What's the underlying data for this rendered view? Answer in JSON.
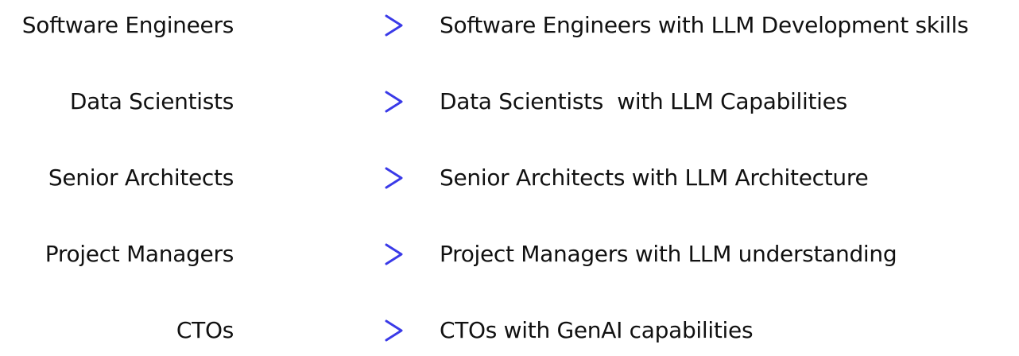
{
  "colors": {
    "arrow_start": "#d23cf0",
    "arrow_end": "#3a3ae8",
    "text": "#111111"
  },
  "rows": [
    {
      "from": "Software Engineers",
      "to": "Software Engineers with LLM Development skills"
    },
    {
      "from": "Data Scientists",
      "to": "Data Scientists  with LLM Capabilities"
    },
    {
      "from": "Senior Architects",
      "to": "Senior Architects with LLM Architecture"
    },
    {
      "from": "Project Managers",
      "to": "Project Managers with LLM understanding"
    },
    {
      "from": "CTOs",
      "to": "CTOs with GenAI capabilities"
    }
  ]
}
